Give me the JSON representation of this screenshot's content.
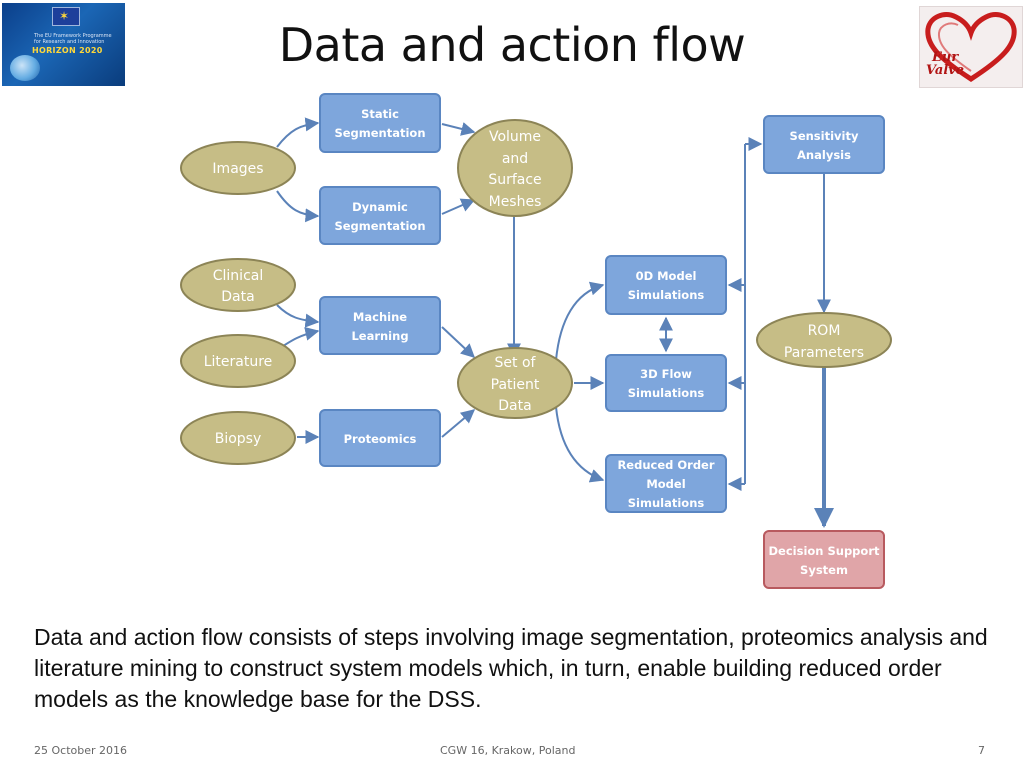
{
  "slide": {
    "title": "Data and action flow",
    "caption": "Data and action flow consists of steps involving image segmentation, proteomics analysis and literature mining to construct system models which, in turn, enable building reduced order models as the knowledge base for the DSS.",
    "footer_date": "25 October 2016",
    "footer_event": "CGW 16, Krakow, Poland",
    "page_number": "7"
  },
  "logos": {
    "left_text": "HORIZON 2020",
    "left_small_text": "The EU Framework Programme for Research and Innovation",
    "right_line1": "Eur",
    "right_line2": "Valve"
  },
  "diagram": {
    "inputs": {
      "images": "Images",
      "clinical": [
        "Clinical",
        "Data"
      ],
      "literature": "Literature",
      "biopsy": "Biopsy"
    },
    "processes": {
      "static_seg": [
        "Static",
        "Segmentation"
      ],
      "dynamic_seg": [
        "Dynamic",
        "Segmentation"
      ],
      "machine_learning": [
        "Machine",
        "Learning"
      ],
      "proteomics": "Proteomics"
    },
    "hubs": {
      "volume": [
        "Volume",
        "and",
        "Surface",
        "Meshes"
      ],
      "patient": [
        "Set of",
        "Patient",
        "Data"
      ],
      "rom": [
        "ROM",
        "Parameters"
      ]
    },
    "simulations": {
      "zero_d": [
        "0D Model",
        "Simulations"
      ],
      "three_d": [
        "3D Flow",
        "Simulations"
      ],
      "reduced": [
        "Reduced Order",
        "Model",
        "Simulations"
      ]
    },
    "sensitivity": [
      "Sensitivity",
      "Analysis"
    ],
    "dss": [
      "Decision Support",
      "System"
    ],
    "colors": {
      "box_fill": "#7ea6dc",
      "box_stroke": "#5a86c2",
      "ellipse_fill": "#c6bd86",
      "ellipse_stroke": "#8c8456",
      "arrow": "#5b82b8",
      "dss_fill": "#e0a5a8",
      "dss_stroke": "#b85a5f"
    }
  }
}
